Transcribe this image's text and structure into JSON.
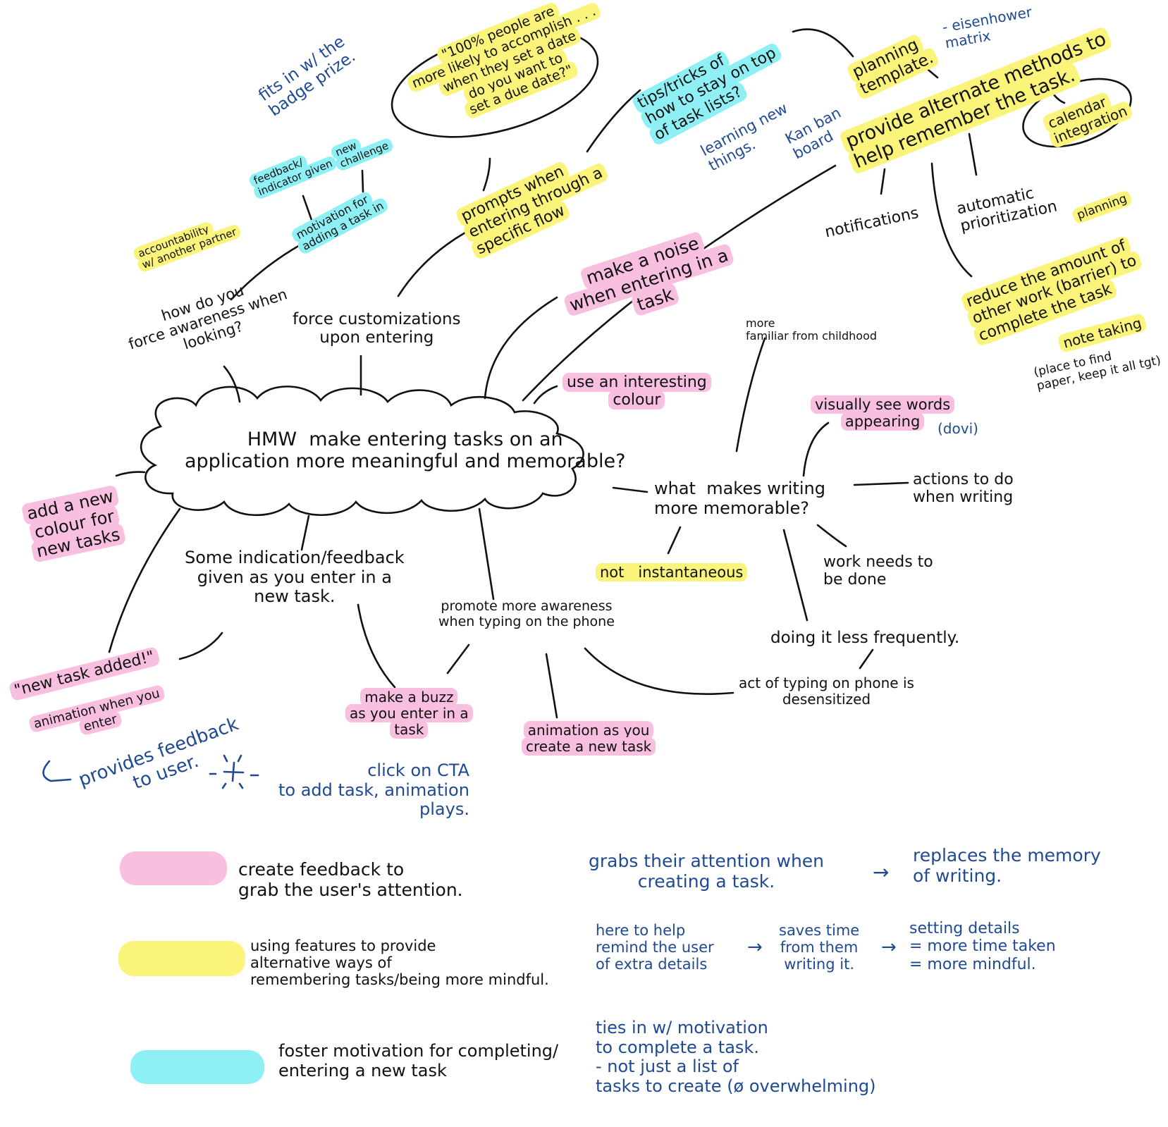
{
  "colors": {
    "ink": "#111111",
    "blue_ink": "#1f4a93",
    "pink": "#f8bfe0",
    "yellow": "#fbf47a",
    "cyan": "#8ef0f5"
  },
  "central": {
    "question": "HMW  make entering tasks on an\napplication more meaningful and memorable?"
  },
  "notes": {
    "accountability": "accountability\nw/ another partner",
    "how_awareness": "how do you\nforce awareness when\nlooking?",
    "fits_badge": "fits in w/ the\nbadge prize.",
    "feedback_indicator": "feedback/\nindicator given",
    "new_challenge": "new\nchallenge",
    "motivation_adding": "motivation for\nadding a task in",
    "force_custom": "force customizations\nupon entering",
    "quote_100": "\"100% people are\nmore likely to accomplish . . .\nwhen they set a date\ndo you want to\nset a due date?\"",
    "prompts_flow": "prompts when\nentering through a\nspecific flow",
    "tips_tricks": "tips/tricks of\nhow to stay on top\nof task lists?",
    "learning_new": "learning new\nthings.",
    "kanban": "Kan ban\nboard",
    "planning_template": "planning\ntemplate.",
    "eisenhower": "- eisenhower\nmatrix",
    "alternate_methods": "provide alternate methods to\nhelp remember the task.",
    "calendar": "calendar\nintegration",
    "notifications": "notifications",
    "auto_prior": "automatic\nprioritization",
    "planning": "planning",
    "reduce_work": "reduce the amount of\nother work (barrier) to\ncomplete the task",
    "note_taking": "note taking",
    "place_find": "(place to find\npaper, keep it all tgt)",
    "make_noise": "make a noise\nwhen entering in a\ntask",
    "more_familiar": "more\nfamiliar from childhood",
    "interesting_colour": "use an interesting\ncolour",
    "visually_see": "visually see words\nappearing",
    "dovi": "(dovi)",
    "what_makes": "what  makes writing\nmore memorable?",
    "actions_do": "actions to do\nwhen writing",
    "not_instant": "not   instantaneous",
    "work_needs": "work needs to\nbe done",
    "doing_less": "doing it less frequently.",
    "act_typing": "act of typing on phone is\ndesensitized",
    "add_colour": "add a new\ncolour for\nnew tasks",
    "some_indication": "Some indication/feedback\ngiven as you enter in a\nnew task.",
    "promote_awareness": "promote more awareness\nwhen typing on the phone",
    "new_task_added": "\"new task added!\"",
    "animation_enter": "animation when you\nenter",
    "provides_feedback": "provides feedback\nto user.",
    "make_buzz": "make a buzz\nas you enter in a\ntask",
    "animation_create": "animation as you\ncreate a new task",
    "click_cta": "click on CTA\nto add task, animation\nplays."
  },
  "legend": [
    {
      "color": "pink",
      "label": "create feedback to\ngrab the user's attention."
    },
    {
      "color": "yellow",
      "label": "using features to provide\nalternative ways of\nremembering tasks/being more mindful."
    },
    {
      "color": "cyan",
      "label": "foster motivation for completing/\nentering a new task"
    }
  ],
  "right_notes": {
    "grabs": "grabs their attention when\ncreating a task.",
    "arrow_1": "→",
    "replaces": "replaces the memory\nof writing.",
    "here_help": "here to help\nremind the user\nof extra details",
    "arrow_2": "→",
    "saves_time": "saves time\nfrom them\nwriting it.",
    "arrow_3": "→",
    "setting_details": "setting details\n= more time taken\n= more mindful.",
    "ties_in": "ties in w/ motivation\nto complete a task.\n- not just a list of\ntasks to create (ø overwhelming)"
  }
}
